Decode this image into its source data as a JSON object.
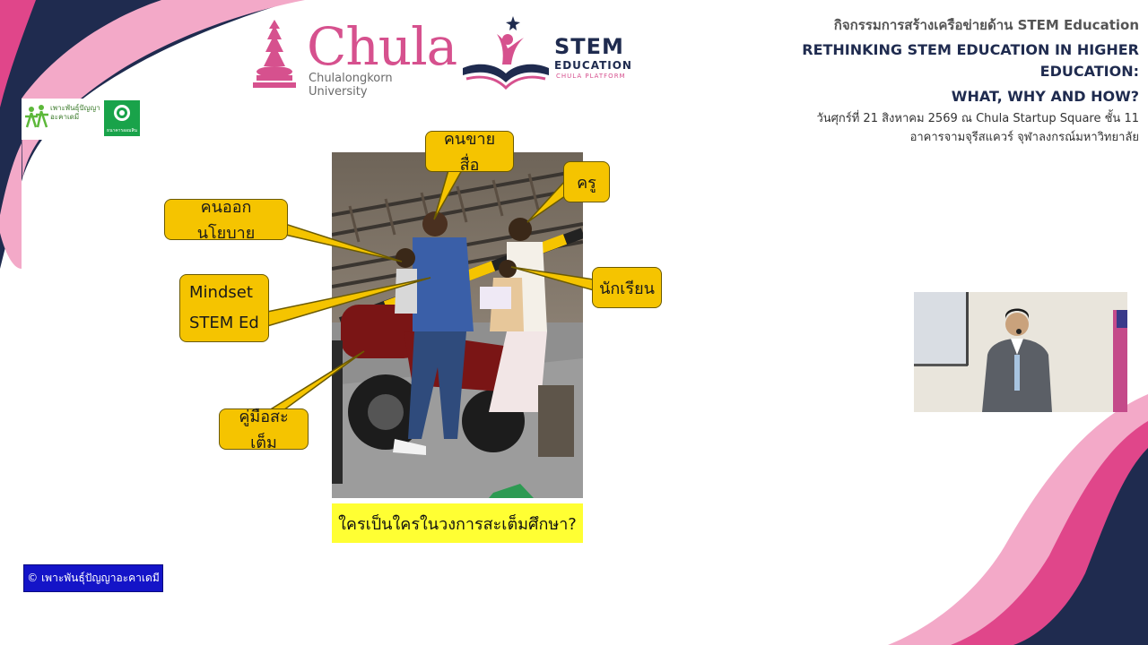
{
  "header": {
    "chula_name": "Chula",
    "chula_subtitle": "Chulalongkorn University",
    "stem_name": "STEM",
    "stem_sub": "EDUCATION",
    "stem_platform": "CHULA PLATFORM",
    "activity": "กิจกรรมการสร้างเครือข่ายด้าน STEM Education",
    "title_line1": "RETHINKING STEM EDUCATION IN HIGHER EDUCATION:",
    "title_line2": "WHAT, WHY AND HOW?",
    "date_line1": "วันศุกร์ที่ 21 สิงหาคม 2569 ณ Chula Startup Square ชั้น 11",
    "date_line2": "อาคารจามจุรีสแควร์ จุฬาลงกรณ์มหาวิทยาลัย"
  },
  "partners": {
    "logo1_text": "เพาะพันธุ์ปัญญา อะคาเดมี",
    "logo2_text": "ธนาคารออมสิน"
  },
  "slide": {
    "callouts": {
      "seller": "คนขายสื่อ",
      "teacher": "ครู",
      "policy": "คนออกนโยบาย",
      "student": "นักเรียน",
      "mindset_line1": "Mindset",
      "mindset_line2": "STEM Ed",
      "manual": "คู่มือสะเต็ม"
    },
    "question": "ใครเป็นใครในวงการสะเต็มศึกษา?",
    "copyright": "© เพาะพันธุ์ปัญญาอะคาเดมี"
  },
  "colors": {
    "brand_pink": "#d6518e",
    "navy": "#1f2b4f",
    "callout_yellow": "#f5c400",
    "question_yellow": "#ffff33",
    "copyright_blue": "#1414c8"
  }
}
